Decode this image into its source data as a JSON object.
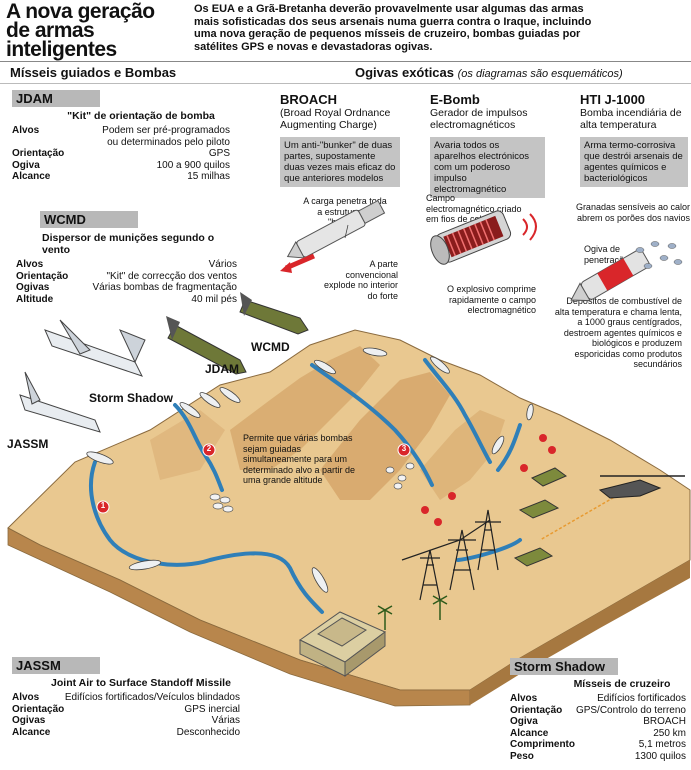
{
  "header": {
    "title_lines": [
      "A nova geração",
      "de armas",
      "inteligentes"
    ],
    "intro": "Os EUA e a Grã-Bretanha deverão provavelmente usar algumas das armas mais sofisticadas dos seus arsenais numa guerra contra o Iraque, incluindo uma nova geração de pequenos mísseis de cruzeiro, bombas guiadas por satélites GPS e novas e devastadoras ogivas."
  },
  "sections": {
    "missiles_title": "Mísseis guiados e Bombas",
    "warheads_title": "Ogivas exóticas",
    "warheads_subtitle": "(os diagramas são esquemáticos)"
  },
  "jdam": {
    "name": "JDAM",
    "subtitle": "\"Kit\" de orientação de bomba",
    "rows": [
      {
        "k": "Alvos",
        "v": "Podem ser pré-programados"
      },
      {
        "k": "",
        "v": "ou determinados pelo piloto"
      },
      {
        "k": "Orientação",
        "v": "GPS"
      },
      {
        "k": "Ogiva",
        "v": "100 a 900 quilos"
      },
      {
        "k": "Alcance",
        "v": "15 milhas"
      }
    ]
  },
  "wcmd": {
    "name": "WCMD",
    "subtitle": "Dispersor de munições segundo o vento",
    "rows": [
      {
        "k": "Alvos",
        "v": "Vários"
      },
      {
        "k": "Orientação",
        "v": "\"Kit\" de correcção dos ventos"
      },
      {
        "k": "Ogivas",
        "v": "Várias bombas de fragmentação"
      },
      {
        "k": "Altitude",
        "v": "40 mil pés"
      }
    ]
  },
  "broach": {
    "name": "BROACH",
    "desc": "(Broad Royal Ordnance Augmenting Charge)",
    "box": "Um anti-\"bunker\" de duas partes, supostamente duas vezes mais eficaz do que anteriores modelos",
    "note1": "A carga penetra toda a estrutura do \"bunker\"",
    "note2": "A parte convencional explode no interior do forte"
  },
  "ebomb": {
    "name": "E-Bomb",
    "desc": "Gerador de impulsos electromagnéticos",
    "box": "Avaria todos os aparelhos electrónicos com um poderoso impulso electromagnético",
    "note1": "Campo electromagnético criado em fios de cobre",
    "note2": "O explosivo comprime rapidamente o campo electromagnético"
  },
  "hti": {
    "name": "HTI J-1000",
    "desc": "Bomba incendiária de alta temperatura",
    "box": "Arma termo-corrosiva que destrói arsenais de agentes químicos e bacteriológicos",
    "note1": "Granadas sensíveis ao calor abrem os porões dos navios",
    "note2": "Ogiva de penetração",
    "note3": "Depósitos de combustível de alta temperatura e chama lenta, a 1000 graus centígrados, destroem agentes químicos e biológicos e produzem esporicidas como produtos secundários"
  },
  "weapon_labels": {
    "wcmd": "WCMD",
    "jdam": "JDAM",
    "storm_shadow": "Storm Shadow",
    "jassm": "JASSM"
  },
  "scene_note": "Permite que várias bombas sejam guiadas simultaneamente para um determinado alvo a partir de uma grande altitude",
  "markers": [
    "1",
    "2",
    "3"
  ],
  "jassm": {
    "name": "JASSM",
    "subtitle": "Joint Air to Surface Standoff Missile",
    "rows": [
      {
        "k": "Alvos",
        "v": "Edifícios fortificados/Veículos blindados"
      },
      {
        "k": "Orientação",
        "v": "GPS inercial"
      },
      {
        "k": "Ogivas",
        "v": "Várias"
      },
      {
        "k": "Alcance",
        "v": "Desconhecido"
      }
    ]
  },
  "storm_shadow": {
    "name": "Storm Shadow",
    "subtitle": "Mísseis de cruzeiro",
    "rows": [
      {
        "k": "Alvos",
        "v": "Edifícios fortificados"
      },
      {
        "k": "Orientação",
        "v": "GPS/Controlo do terreno"
      },
      {
        "k": "Ogiva",
        "v": "BROACH"
      },
      {
        "k": "Alcance",
        "v": "250 km"
      },
      {
        "k": "Comprimento",
        "v": "5,1 metros"
      },
      {
        "k": "Peso",
        "v": "1300 quilos"
      }
    ]
  },
  "colors": {
    "terrain": "#e9c890",
    "terrain_dark": "#c99a5e",
    "path": "#2f7fb8",
    "marker": "#d9262a",
    "box_gray": "#c4c4c4"
  }
}
